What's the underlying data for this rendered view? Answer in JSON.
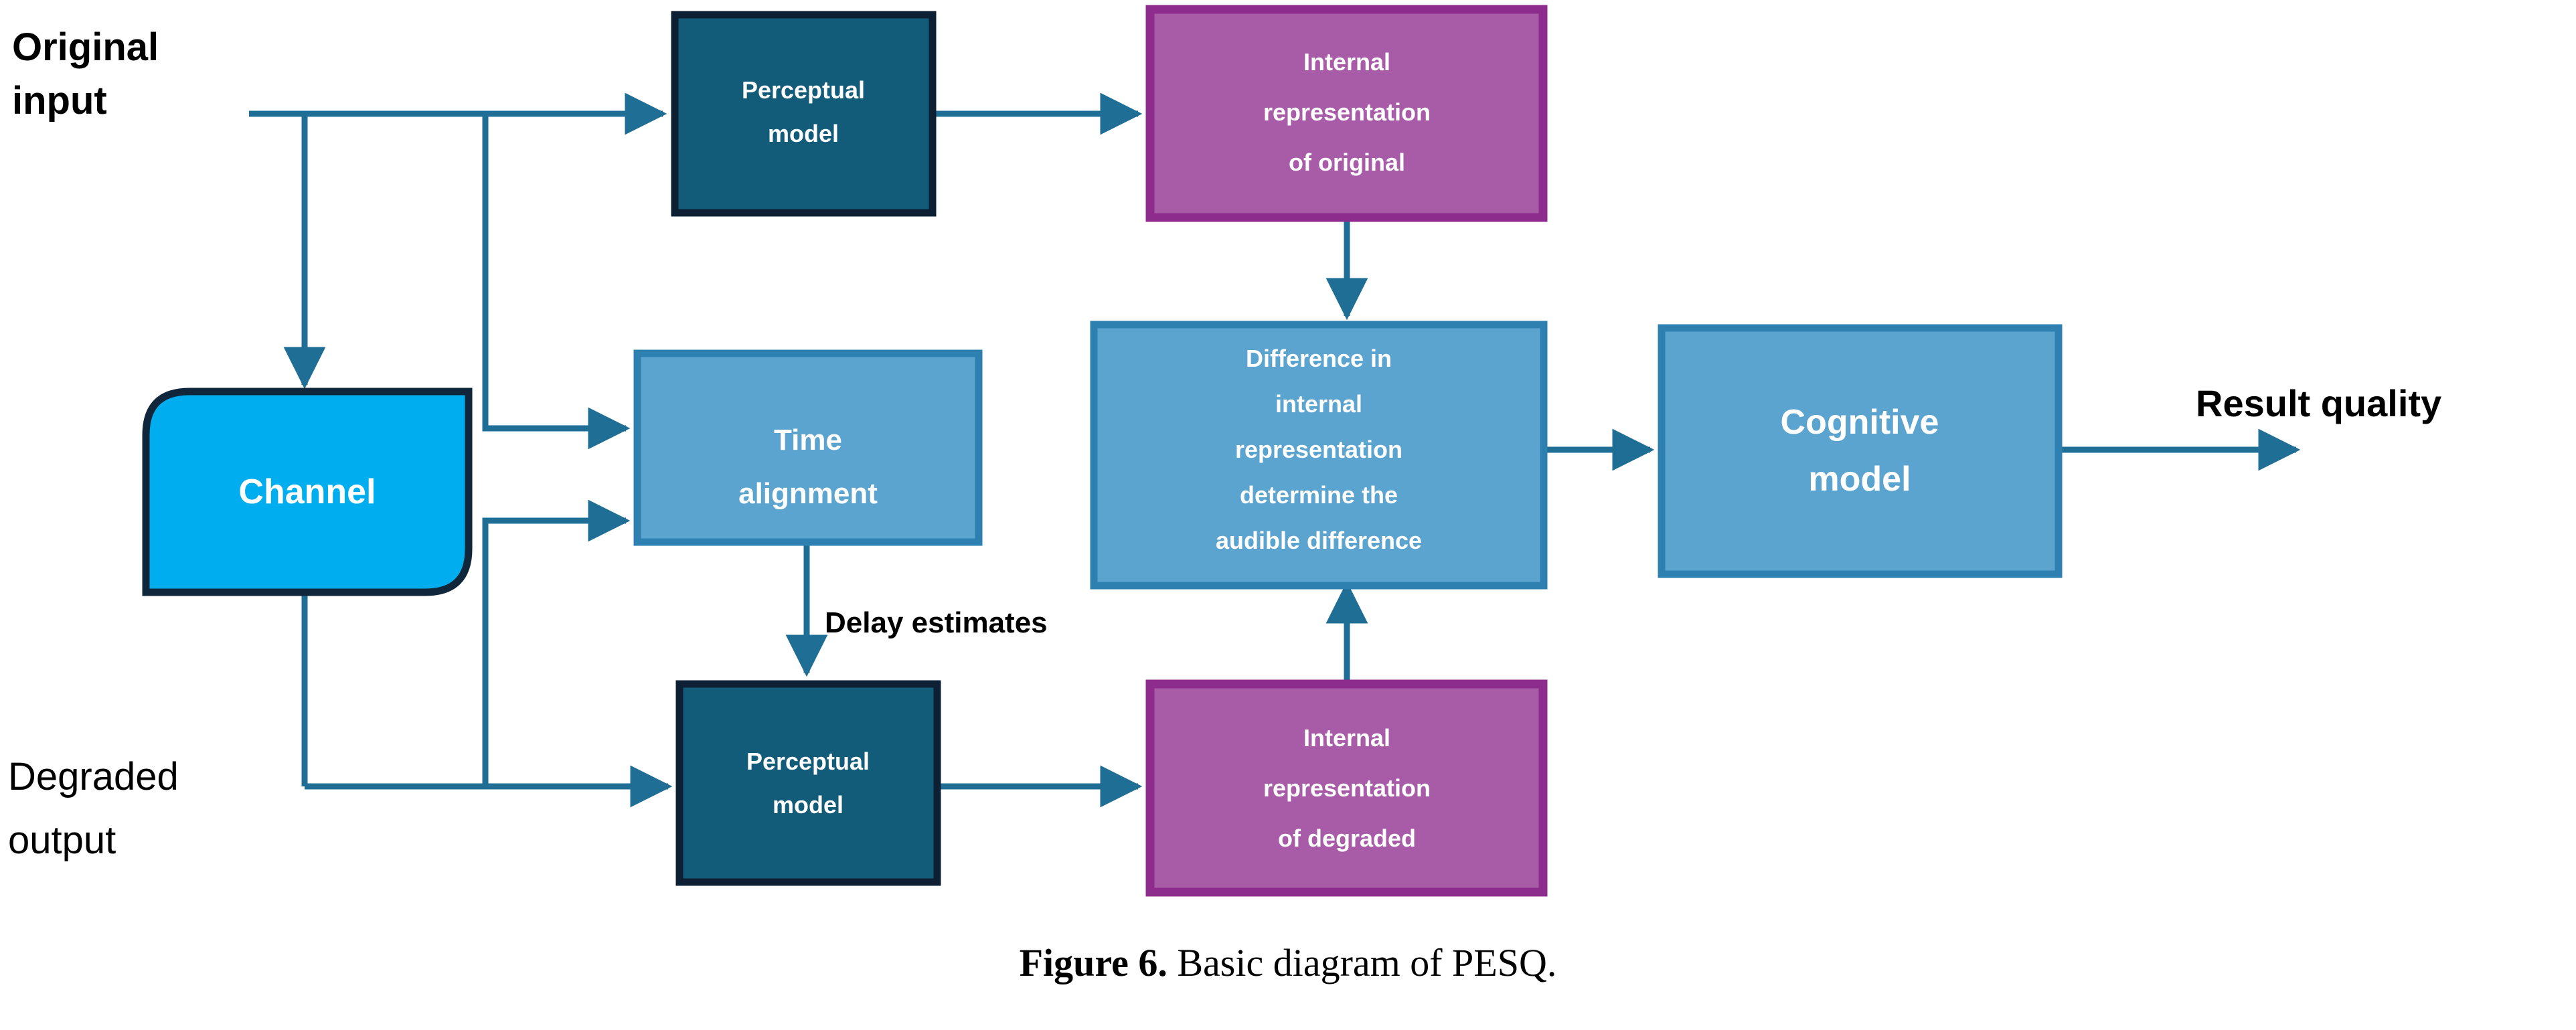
{
  "figure": {
    "caption_prefix": "Figure 6.",
    "caption_text": "Basic diagram of PESQ."
  },
  "colors": {
    "connector": "#1F6E96",
    "channel_fill": "#00AEEF",
    "channel_border": "#10263B",
    "perceptual_fill": "#125C7A",
    "perceptual_border": "#0D1F33",
    "internal_fill": "#A85CA8",
    "internal_border": "#8E2C8E",
    "blue_fill": "#5BA4CF",
    "blue_border": "#2E80B0",
    "label_text": "#000000",
    "box_text": "#FFFFFF",
    "background": "#FFFFFF"
  },
  "nodes": {
    "original_input": {
      "label_line1": "Original",
      "label_line2": "input"
    },
    "degraded_output": {
      "label_line1": "Degraded",
      "label_line2": "output"
    },
    "channel": {
      "label": "Channel"
    },
    "perceptual_top": {
      "label_line1": "Perceptual",
      "label_line2": "model"
    },
    "perceptual_bottom": {
      "label_line1": "Perceptual",
      "label_line2": "model"
    },
    "internal_original": {
      "label_line1": "Internal",
      "label_line2": "representation",
      "label_line3": "of original"
    },
    "internal_degraded": {
      "label_line1": "Internal",
      "label_line2": "representation",
      "label_line3": "of degraded"
    },
    "time_alignment": {
      "label_line1": "Time",
      "label_line2": "alignment"
    },
    "difference": {
      "label_line1": "Difference in",
      "label_line2": "internal",
      "label_line3": "representation",
      "label_line4": "determine the",
      "label_line5": "audible difference"
    },
    "cognitive_model": {
      "label_line1": "Cognitive",
      "label_line2": "model"
    },
    "result_quality": {
      "label": "Result quality"
    }
  },
  "edges": {
    "delay_estimates": {
      "label": "Delay estimates"
    }
  }
}
